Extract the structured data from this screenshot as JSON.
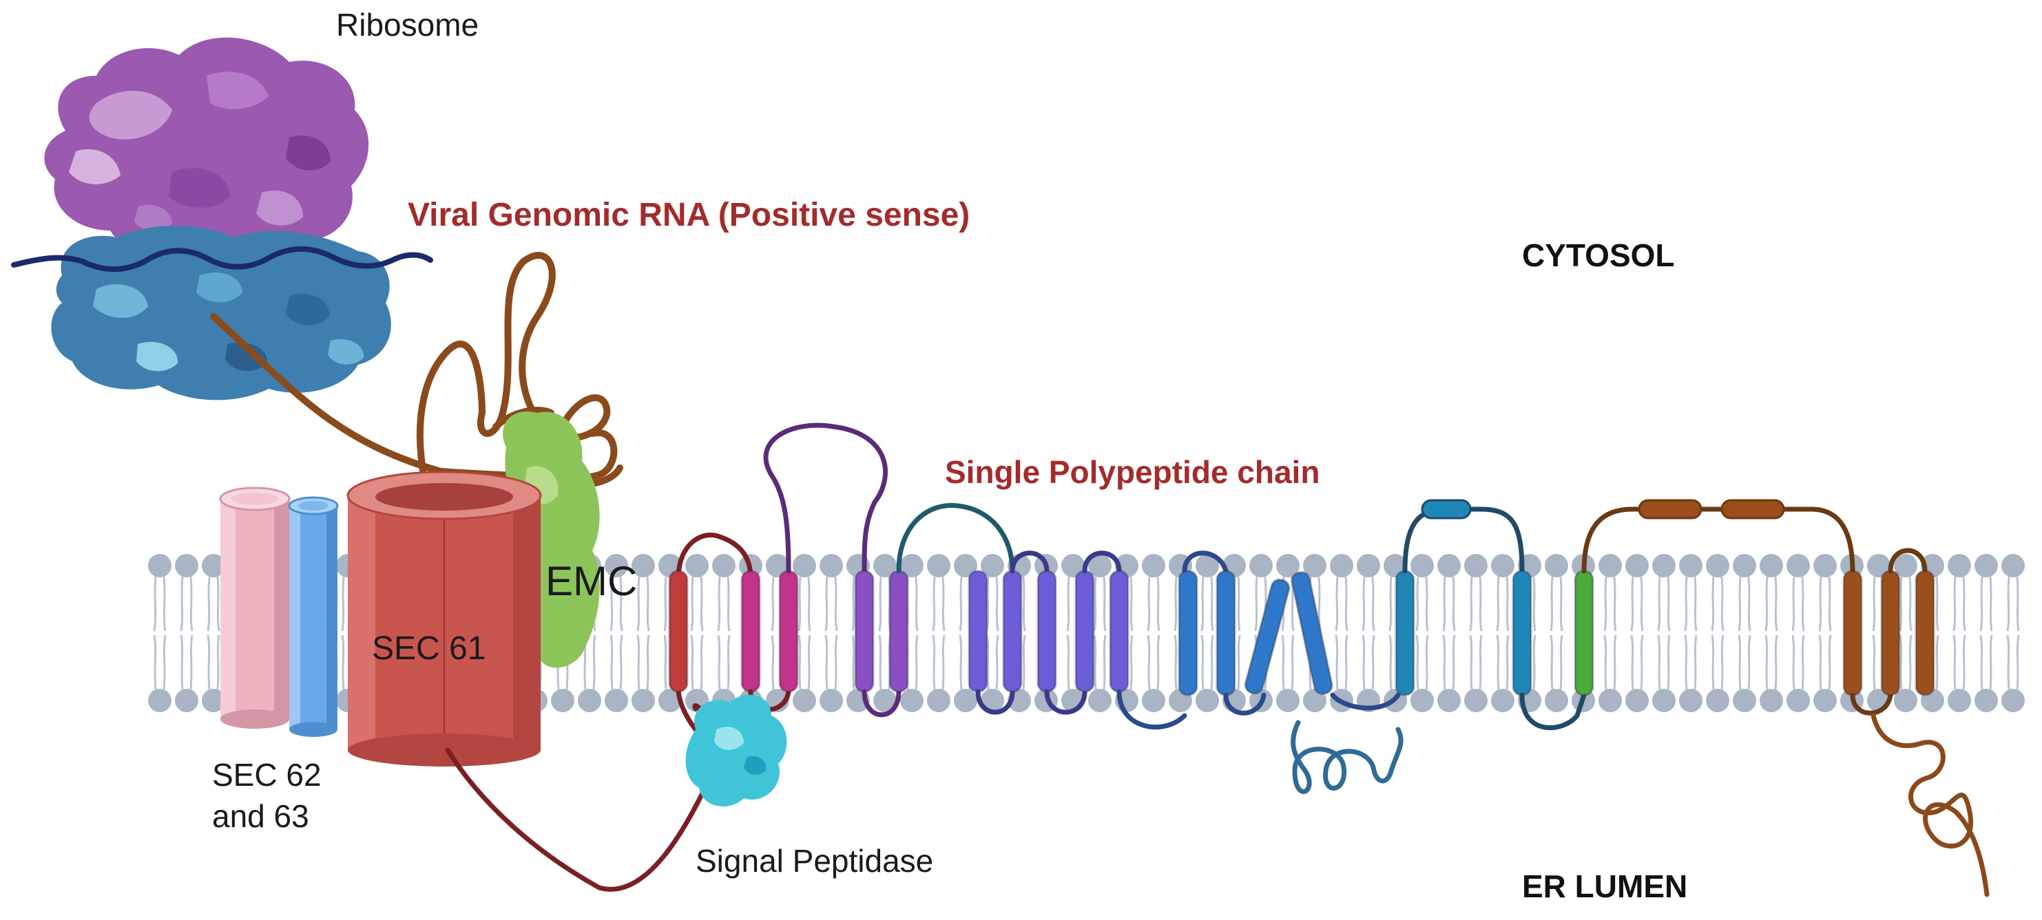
{
  "labels": {
    "ribosome": "Ribosome",
    "viral_rna": "Viral Genomic RNA (Positive sense)",
    "cytosol": "CYTOSOL",
    "polypeptide": "Single Polypeptide chain",
    "emc": "EMC",
    "sec61": "SEC 61",
    "sec62_line1": "SEC 62",
    "sec62_line2": "and 63",
    "signal_peptidase": "Signal Peptidase",
    "er_lumen": "ER LUMEN"
  },
  "colors": {
    "ribosome_large": "#9b59b0",
    "ribosome_small": "#3f7fb0",
    "rna": "#1b2a6b",
    "nascent_chain": "#8b4a1c",
    "sec61": "#c9554f",
    "sec62": "#ecb3bf",
    "sec63": "#6aa9e8",
    "emc": "#8dc45a",
    "signal_peptidase": "#3fc4d8",
    "membrane_head": "#a9b4c4",
    "accent_text": "#a22c2c"
  }
}
